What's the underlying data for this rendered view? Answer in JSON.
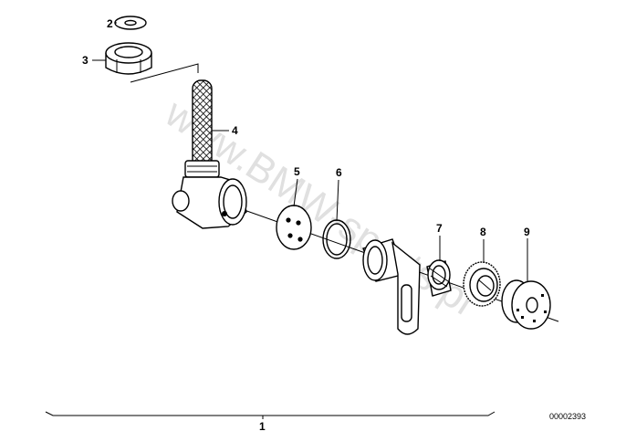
{
  "callouts": {
    "c1": "1",
    "c2": "2",
    "c3": "3",
    "c4": "4",
    "c5": "5",
    "c6": "6",
    "c7": "7",
    "c8": "8",
    "c9": "9"
  },
  "reference_number": "00002393",
  "watermark": "www.BMW-sparts.pl"
}
